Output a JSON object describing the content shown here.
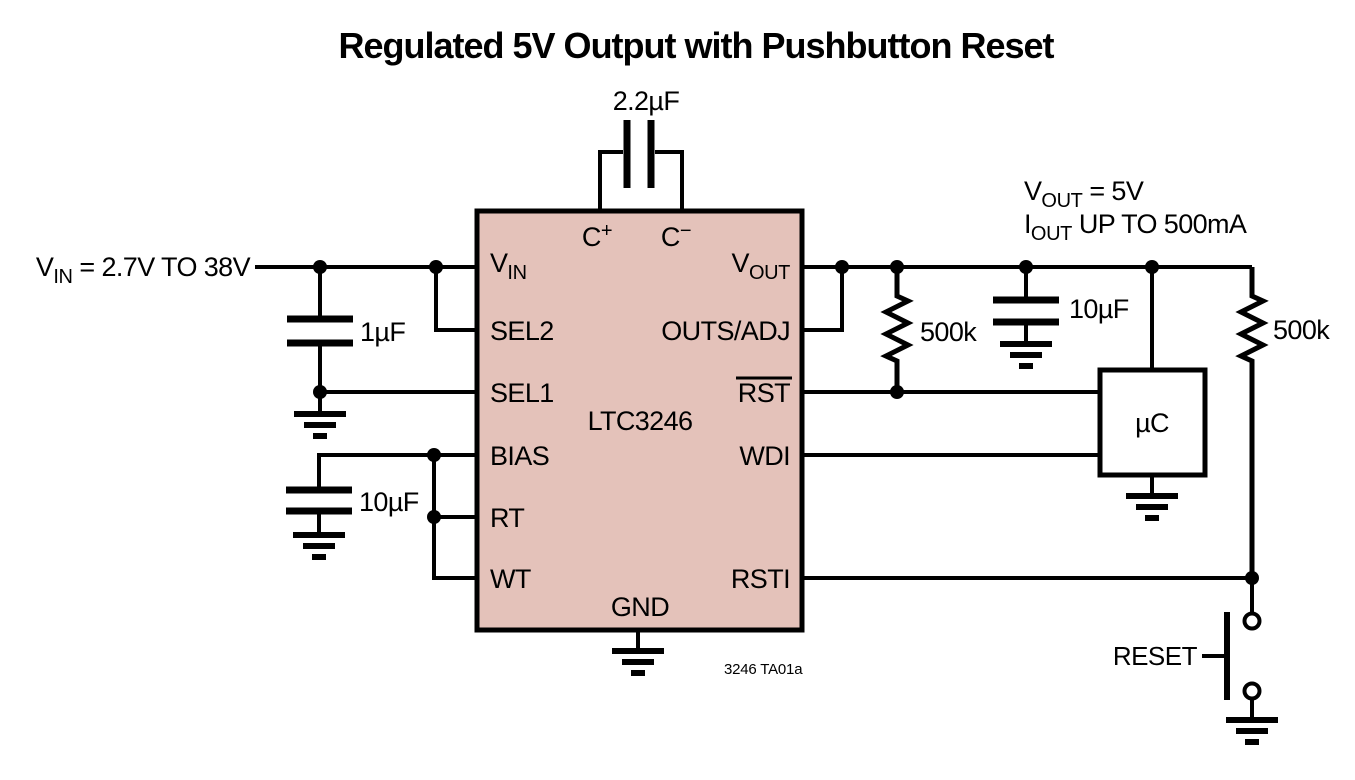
{
  "colors": {
    "ic_fill": "#E4C2BA",
    "line": "#000000",
    "background": "#FFFFFF"
  },
  "title": "Regulated 5V Output with Pushbutton Reset",
  "annotation": "3246 TA01a",
  "input": {
    "net": "V",
    "net_sub": "IN",
    "value": " = 2.7V TO 38V"
  },
  "output": {
    "line1": {
      "net": "V",
      "net_sub": "OUT",
      "value": " = 5V"
    },
    "line2": {
      "net": "I",
      "net_sub": "OUT",
      "value": " UP TO 500mA"
    }
  },
  "ic": {
    "part": "LTC3246",
    "pins": {
      "vin": {
        "main": "V",
        "sub": "IN"
      },
      "sel2": "SEL2",
      "sel1": "SEL1",
      "bias": "BIAS",
      "rt": "RT",
      "wt": "WT",
      "vout": {
        "main": "V",
        "sub": "OUT"
      },
      "outs_adj": "OUTS/ADJ",
      "rst": "RST",
      "wdi": "WDI",
      "rsti": "RSTI",
      "c_plus": {
        "main": "C",
        "sup": "+"
      },
      "c_minus": {
        "main": "C",
        "sup": "−"
      },
      "gnd": "GND"
    }
  },
  "components": {
    "flying_cap": "2.2µF",
    "input_cap": "1µF",
    "bias_cap": "10µF",
    "output_cap": "10µF",
    "pullup_resistor": "500k",
    "reset_resistor": "500k",
    "microcontroller": "µC",
    "reset_button": "RESET"
  }
}
